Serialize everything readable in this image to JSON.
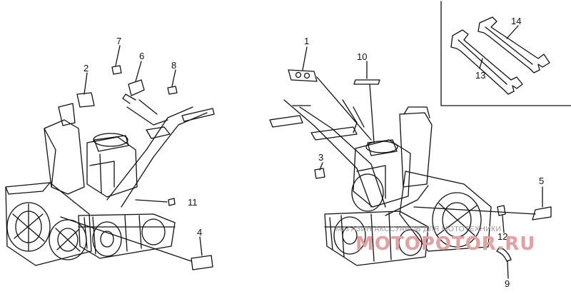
{
  "diagram": {
    "callouts": [
      {
        "id": "1",
        "label": "1"
      },
      {
        "id": "2",
        "label": "2"
      },
      {
        "id": "3",
        "label": "3"
      },
      {
        "id": "4",
        "label": "4"
      },
      {
        "id": "5",
        "label": "5"
      },
      {
        "id": "6",
        "label": "6"
      },
      {
        "id": "7",
        "label": "7"
      },
      {
        "id": "8",
        "label": "8"
      },
      {
        "id": "9",
        "label": "9"
      },
      {
        "id": "10",
        "label": "10"
      },
      {
        "id": "11",
        "label": "11"
      },
      {
        "id": "12",
        "label": "12"
      },
      {
        "id": "13",
        "label": "13"
      },
      {
        "id": "14",
        "label": "14"
      }
    ]
  },
  "watermark": {
    "tagline": "МАГАЗИН АКССУАРОВ ДЛЯ МОТОТЕХНИКИ",
    "brand": "MOTOPOTOR.RU"
  },
  "colors": {
    "line": "#111111",
    "watermark_text": "#9a9a9a",
    "watermark_brand": "#e3a0a0"
  }
}
